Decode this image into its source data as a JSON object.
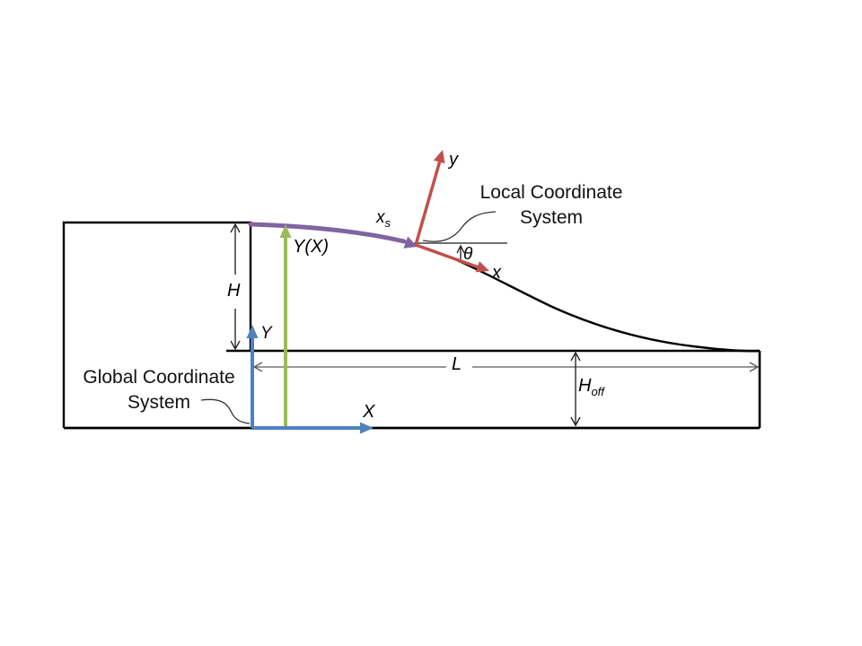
{
  "labels": {
    "local_system": {
      "line1": "Local Coordinate",
      "line2": "System"
    },
    "global_system": {
      "line1": "Global Coordinate",
      "line2": "System"
    },
    "local_y_axis": "y",
    "local_x_axis": "x",
    "angle": "θ",
    "arc_coordinate": {
      "base": "x",
      "sub": "s"
    },
    "profile_function": "Y(X)",
    "hill_height": "H",
    "global_y_axis": "Y",
    "global_x_axis": "X",
    "length": "L",
    "height_offset": {
      "base": "H",
      "sub": "off"
    }
  },
  "colors": {
    "global_axes": "#4f81bd",
    "local_axes": "#c0504d",
    "profile_arrow": "#9bbb59",
    "arc_arrow": "#8064a2",
    "outline": "#000000",
    "dimension": "#595959"
  }
}
